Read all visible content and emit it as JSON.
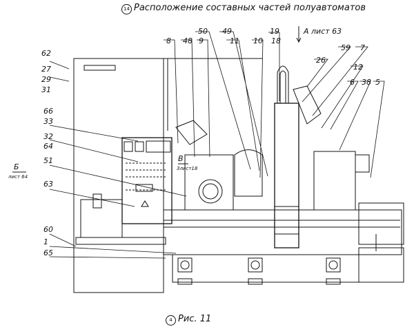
{
  "title": {
    "sheet_number": "14",
    "text": "Расположение составных частей полуавтоматов"
  },
  "view_a": "А лист 63",
  "section_b": {
    "letter": "Б",
    "ref": "лист 64"
  },
  "view_v": {
    "letter": "В",
    "ref": "3лист18"
  },
  "callouts": {
    "c50": "50",
    "c49": "49",
    "c19": "19",
    "c18": "18",
    "c8": "8",
    "c48": "48",
    "c9": "9",
    "c11": "11",
    "c10": "10",
    "c59": "59",
    "c7": "7",
    "c26": "26",
    "c12": "12",
    "c6": "6",
    "c38": "38",
    "c5": "5",
    "c62": "62",
    "c27": "27",
    "c29": "29",
    "c31": "31",
    "c66": "66",
    "c33": "33",
    "c32": "32",
    "c64": "64",
    "c51": "51",
    "c63": "63",
    "c60": "60",
    "c1": "1",
    "c65": "65"
  },
  "caption": {
    "number": "4",
    "text": "Рис. 11"
  }
}
